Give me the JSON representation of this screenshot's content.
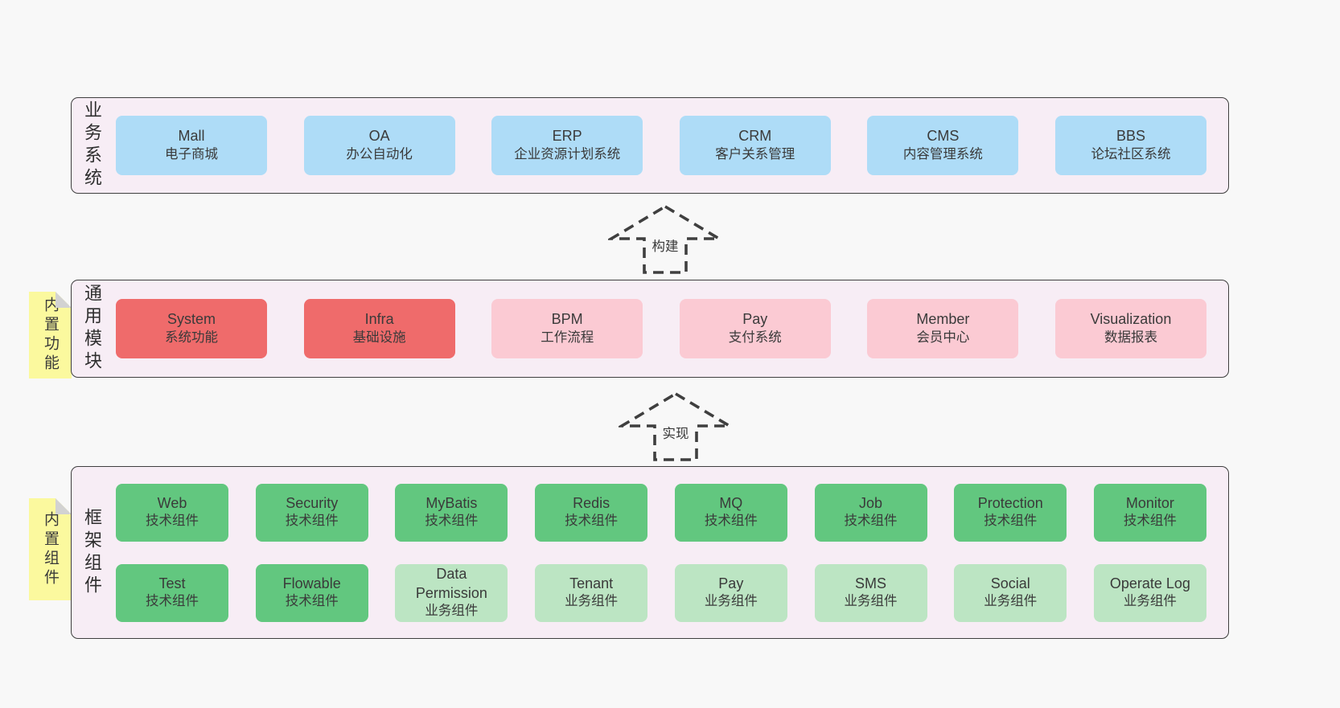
{
  "colors": {
    "page_bg": "#f8f8f8",
    "panel_bg": "#f7edf5",
    "panel_border": "#3f3f3f",
    "box_blue": "#aedcf7",
    "box_red": "#ef6b6b",
    "box_pink": "#fbcad3",
    "box_green": "#62c77f",
    "box_lightgreen": "#bce5c3",
    "sticky_yellow": "#fbf99e",
    "sticky_fold": "#d2d2d2",
    "text": "#3a3a3a"
  },
  "sections": {
    "business": {
      "label": "业务系统",
      "boxes": [
        {
          "name": "Mall",
          "desc": "电子商城"
        },
        {
          "name": "OA",
          "desc": "办公自动化"
        },
        {
          "name": "ERP",
          "desc": "企业资源计划系统"
        },
        {
          "name": "CRM",
          "desc": "客户关系管理"
        },
        {
          "name": "CMS",
          "desc": "内容管理系统"
        },
        {
          "name": "BBS",
          "desc": "论坛社区系统"
        }
      ]
    },
    "modules": {
      "label": "通用模块",
      "tab": "内置功能",
      "boxes": [
        {
          "name": "System",
          "desc": "系统功能"
        },
        {
          "name": "Infra",
          "desc": "基础设施"
        },
        {
          "name": "BPM",
          "desc": "工作流程"
        },
        {
          "name": "Pay",
          "desc": "支付系统"
        },
        {
          "name": "Member",
          "desc": "会员中心"
        },
        {
          "name": "Visualization",
          "desc": "数据报表"
        }
      ]
    },
    "framework": {
      "label": "框架组件",
      "tab": "内置组件",
      "rows": [
        [
          {
            "name": "Web",
            "desc": "技术组件"
          },
          {
            "name": "Security",
            "desc": "技术组件"
          },
          {
            "name": "MyBatis",
            "desc": "技术组件"
          },
          {
            "name": "Redis",
            "desc": "技术组件"
          },
          {
            "name": "MQ",
            "desc": "技术组件"
          },
          {
            "name": "Job",
            "desc": "技术组件"
          },
          {
            "name": "Protection",
            "desc": "技术组件"
          },
          {
            "name": "Monitor",
            "desc": "技术组件"
          }
        ],
        [
          {
            "name": "Test",
            "desc": "技术组件"
          },
          {
            "name": "Flowable",
            "desc": "技术组件"
          },
          {
            "name": "Data Permission",
            "desc": "业务组件"
          },
          {
            "name": "Tenant",
            "desc": "业务组件"
          },
          {
            "name": "Pay",
            "desc": "业务组件"
          },
          {
            "name": "SMS",
            "desc": "业务组件"
          },
          {
            "name": "Social",
            "desc": "业务组件"
          },
          {
            "name": "Operate Log",
            "desc": "业务组件"
          }
        ]
      ]
    }
  },
  "arrows": [
    {
      "label": "构建"
    },
    {
      "label": "实现"
    }
  ]
}
